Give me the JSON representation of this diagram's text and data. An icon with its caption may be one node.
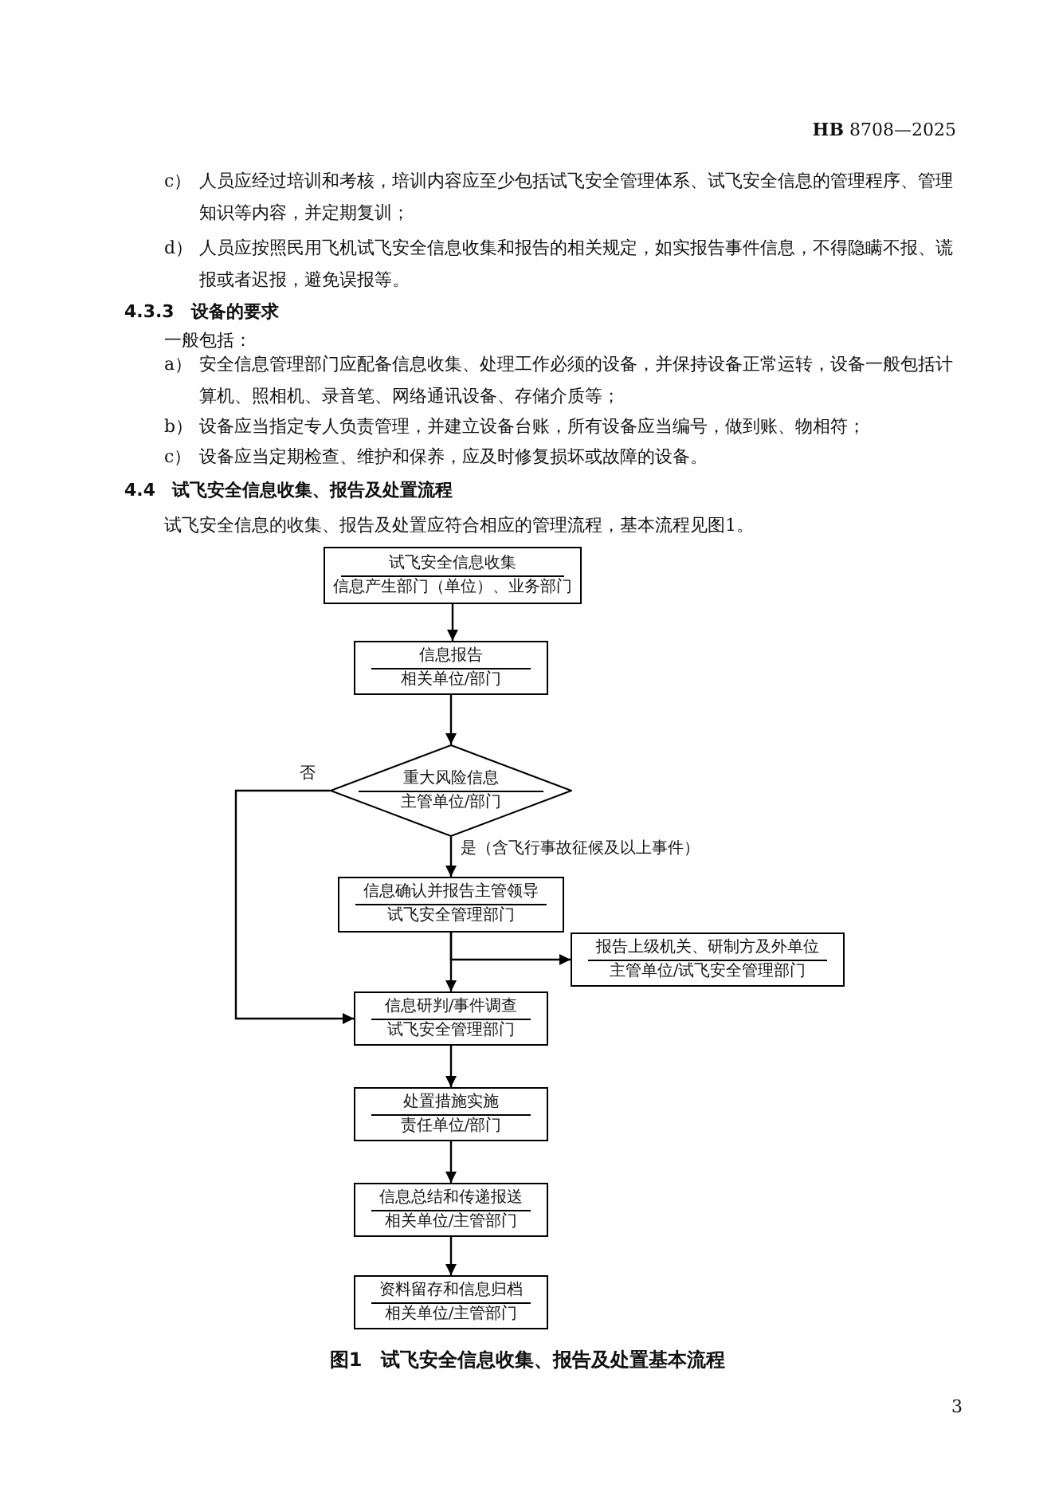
{
  "diagram": {
    "caption": "图1　试飞安全信息收集、报告及处置基本流程",
    "nodes": [
      {
        "text": [
          "试飞安全信息收集",
          "信息产生部门（单位）、业务部门"
        ]
      },
      {
        "text": [
          "信息报告",
          "相关单位/部门"
        ]
      },
      {
        "text": [
          "重大风险信息",
          "主管单位/部门"
        ]
      },
      {
        "text": [
          "信息确认并报告主管领导",
          "试飞安全管理部门"
        ]
      },
      {
        "text": [
          "报告上级机关、研制方及外单位",
          "主管单位/试飞安全管理部门"
        ]
      },
      {
        "text": [
          "信息研判/事件调查",
          "试飞安全管理部门"
        ]
      },
      {
        "text": [
          "处置措施实施",
          "责任单位/部门"
        ]
      },
      {
        "text": [
          "信息总结和传递报送",
          "相关单位/主管部门"
        ]
      },
      {
        "text": [
          "资料留存和信息归档",
          "相关单位/主管部门"
        ]
      }
    ],
    "edges": [
      {
        "from": 0,
        "to": 1,
        "arrow": "to"
      },
      {
        "from": 1,
        "to": 2,
        "arrow": "to"
      },
      {
        "from": 2,
        "to": 3,
        "arrow": "to",
        "label": "是（含飞行事故征候及以上事件）"
      },
      {
        "from": 2,
        "to": 5,
        "arrow": "to",
        "label": "否"
      },
      {
        "from": 3,
        "to": 4,
        "arrow": "to"
      },
      {
        "from": 3,
        "to": 5,
        "arrow": "to"
      },
      {
        "from": 5,
        "to": 6,
        "arrow": "to"
      },
      {
        "from": 6,
        "to": 7,
        "arrow": "to"
      },
      {
        "from": 7,
        "to": 8,
        "arrow": "to"
      }
    ],
    "labels": [
      "**HB** 8708—2025",
      "c）",
      "人员应经过培训和考核，培训内容应至少包括试飞安全管理体系、试飞安全信息的管理程序、管理知识等内容，并定期复训；",
      "d）",
      "人员应按照民用飞机试飞安全信息收集和报告的相关规定，如实报告事件信息，不得隐瞒不报、谎报或者迟报，避免误报等。",
      "4.3.3",
      "设备的要求",
      "一般包括：",
      "a）",
      "安全信息管理部门应配备信息收集、处理工作必须的设备，并保持设备正常运转，设备一般包括计算机、照相机、录音笔、网络通讯设备、存储介质等；",
      "b）",
      "设备应当指定专人负责管理，并建立设备台账，所有设备应当编号，做到账、物相符；",
      "c）",
      "设备应当定期检查、维护和保养，应及时修复损坏或故障的设备。",
      "4.4",
      "试飞安全信息收集、报告及处置流程",
      "试飞安全信息的收集、报告及处置应符合相应的管理流程，基本流程见图1。",
      "3"
    ]
  }
}
